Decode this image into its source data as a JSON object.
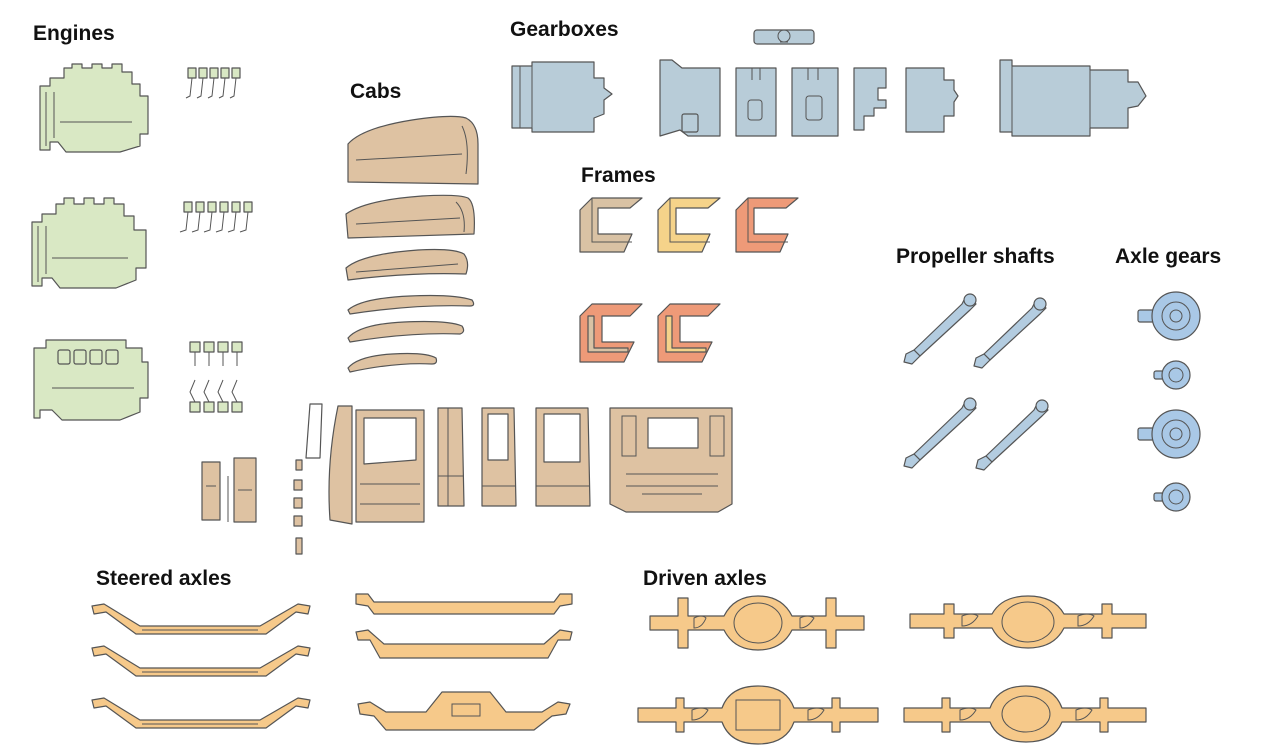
{
  "labels": {
    "engines": "Engines",
    "gearboxes": "Gearboxes",
    "cabs": "Cabs",
    "frames": "Frames",
    "propeller_shafts": "Propeller shafts",
    "axle_gears": "Axle gears",
    "steered_axles": "Steered axles",
    "driven_axles": "Driven axles"
  },
  "colors": {
    "engine": "#d9e8c4",
    "gearbox": "#b8ccd8",
    "cab": "#dec2a2",
    "frame_tan": "#d9c2a4",
    "frame_yellow": "#f5d38a",
    "frame_orange": "#ee9a78",
    "shaft": "#b3cce0",
    "axle_gear": "#a9c8e6",
    "axle": "#f6c98a",
    "outline": "#555555",
    "text": "#111111"
  }
}
